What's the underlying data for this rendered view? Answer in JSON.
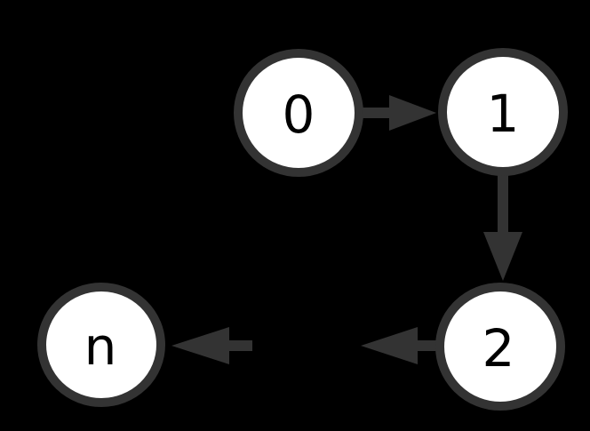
{
  "diagram": {
    "type": "directed-graph",
    "description": "Linked sequence of nodes 0 to n with an implied ellipsis gap between node 2 and node n",
    "nodes": [
      {
        "id": "0",
        "label": "0"
      },
      {
        "id": "1",
        "label": "1"
      },
      {
        "id": "2",
        "label": "2"
      },
      {
        "id": "n",
        "label": "n"
      }
    ],
    "edges": [
      {
        "from": "0",
        "to": "1",
        "direction": "right"
      },
      {
        "from": "1",
        "to": "2",
        "direction": "down"
      },
      {
        "from": "2",
        "to": "…",
        "direction": "left"
      },
      {
        "from": "…",
        "to": "n",
        "direction": "left"
      }
    ],
    "colors": {
      "background": "#000000",
      "node_fill": "#ffffff",
      "node_border": "#333333",
      "arrow": "#333333",
      "label_text": "#000000"
    }
  }
}
